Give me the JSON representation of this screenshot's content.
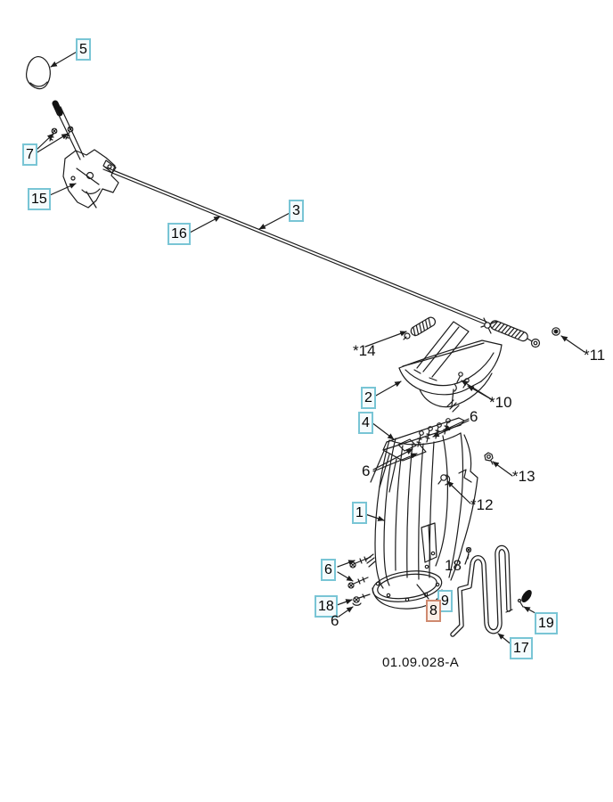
{
  "figure": {
    "code": "01.09.028-A",
    "selected_part": "8"
  },
  "colors": {
    "callout_border": "#79c5d5",
    "highlight_border": "#cf8a70",
    "line": "#1c1c1c"
  },
  "callouts": {
    "c5": "5",
    "c7": "7",
    "c15": "15",
    "c16": "16",
    "c3": "3",
    "c2": "2",
    "c4": "4",
    "c1": "1",
    "c6_screws": "6",
    "c18_left": "18",
    "c8": "8",
    "c9": "9",
    "c17": "17",
    "c19": "19"
  },
  "plain_labels": {
    "p14": "*14",
    "p10": "*10",
    "p11": "*11",
    "p13": "*13",
    "p12": "*12",
    "p6_top": "6",
    "p6_left": "6",
    "p6_bottom": "6",
    "p18_right": "18"
  }
}
